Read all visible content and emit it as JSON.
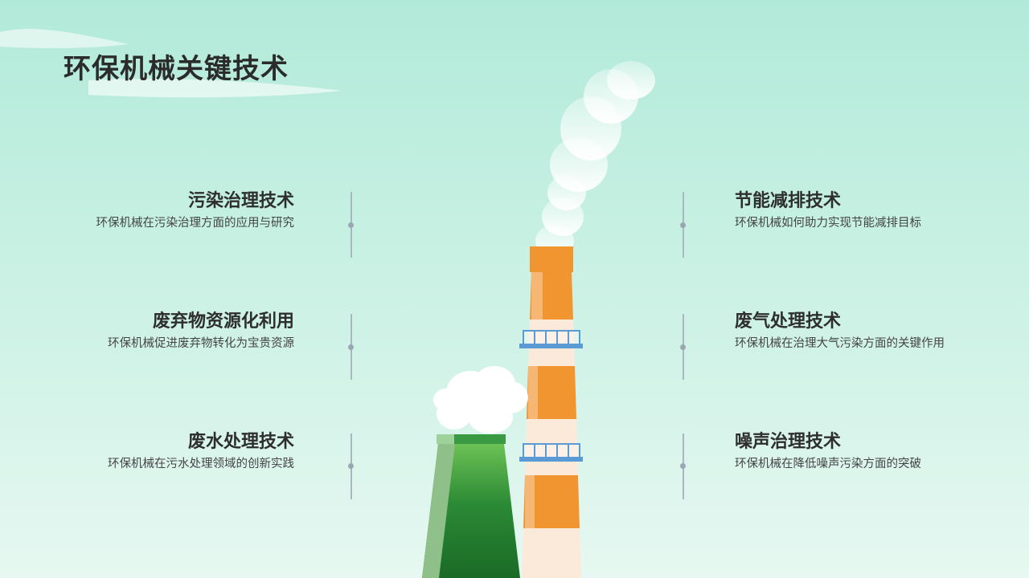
{
  "title": "环保机械关键技术",
  "left_items": [
    {
      "heading": "污染治理技术",
      "desc": "环保机械在污染治理方面的应用与研究"
    },
    {
      "heading": "废弃物资源化利用",
      "desc": "环保机械促进废弃物转化为宝贵资源"
    },
    {
      "heading": "废水处理技术",
      "desc": "环保机械在污水处理领域的创新实践"
    }
  ],
  "right_items": [
    {
      "heading": "节能减排技术",
      "desc": "环保机械如何助力实现节能减排目标"
    },
    {
      "heading": "废气处理技术",
      "desc": "环保机械在治理大气污染方面的关键作用"
    },
    {
      "heading": "噪声治理技术",
      "desc": "环保机械在降低噪声污染方面的突破"
    }
  ],
  "colors": {
    "background_top": "#b2ead9",
    "chimney_orange": "#f0952f",
    "chimney_cream": "#fbe9da",
    "chimney_green": "#1e6e28",
    "platform_blue": "#5a9bd5"
  }
}
